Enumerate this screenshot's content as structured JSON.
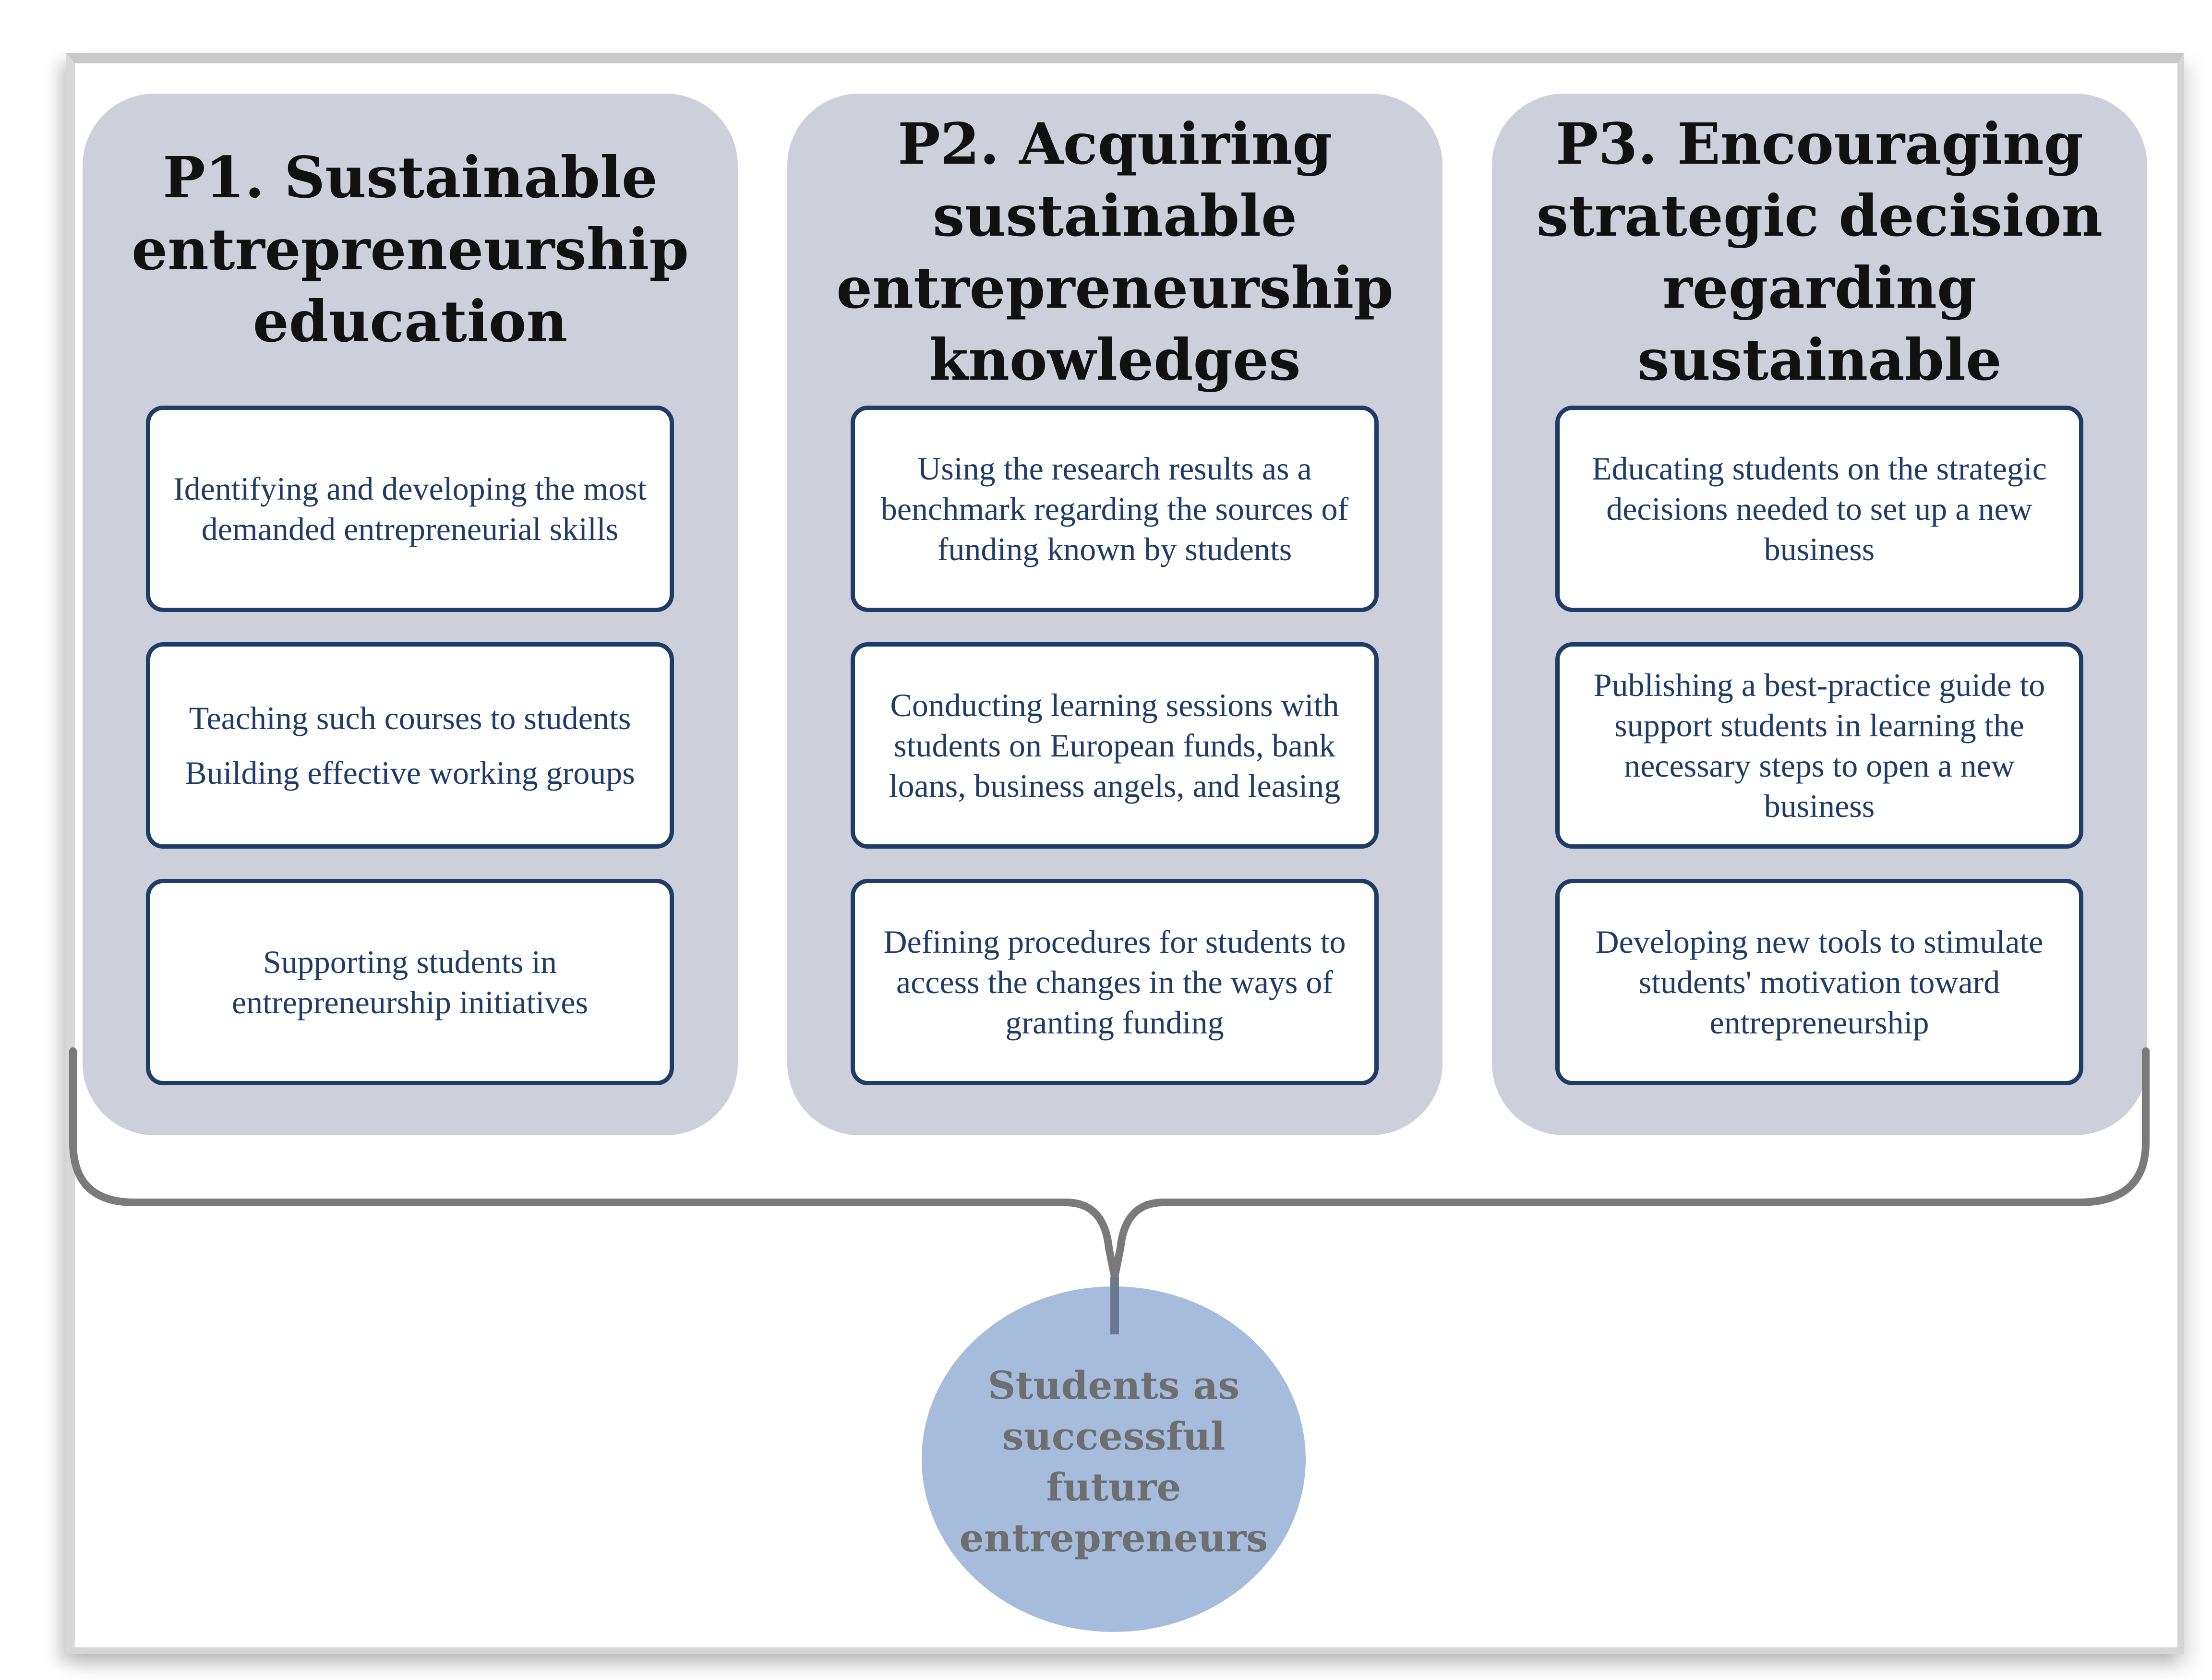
{
  "pillars": [
    {
      "title": "P1. Sustainable\nentrepreneurship\neducation",
      "items": [
        [
          "Identifying and developing the most demanded entrepreneurial skills"
        ],
        [
          "Teaching such courses to students",
          "Building effective working groups"
        ],
        [
          "Supporting students in entrepreneurship initiatives"
        ]
      ]
    },
    {
      "title": "P2. Acquiring\nsustainable\nentrepreneurship\nknowledges",
      "items": [
        [
          "Using the research results as a benchmark regarding the sources of funding known by students"
        ],
        [
          "Conducting learning sessions with students on European funds, bank loans, business angels, and leasing"
        ],
        [
          "Defining procedures for students to access the changes in the ways of granting funding"
        ]
      ]
    },
    {
      "title": "P3. Encouraging\nstrategic decision\nregarding sustainable\nbusiness",
      "items": [
        [
          "Educating students on the strategic decisions needed to set up a new business"
        ],
        [
          "Publishing a best-practice guide to support students in learning the necessary steps to open a new business"
        ],
        [
          "Developing new tools to stimulate students' motivation toward entrepreneurship"
        ]
      ]
    }
  ],
  "outcome": {
    "label": "Students as\nsuccessful\nfuture\nentrepreneurs"
  },
  "colors": {
    "pillar_fill": "#cdd0da",
    "box_border": "#1f3b67",
    "box_text": "#1f3b67",
    "circle_fill": "#a6bcdc",
    "circle_text": "#6e6e6e",
    "brace": "#7a7a7a"
  }
}
